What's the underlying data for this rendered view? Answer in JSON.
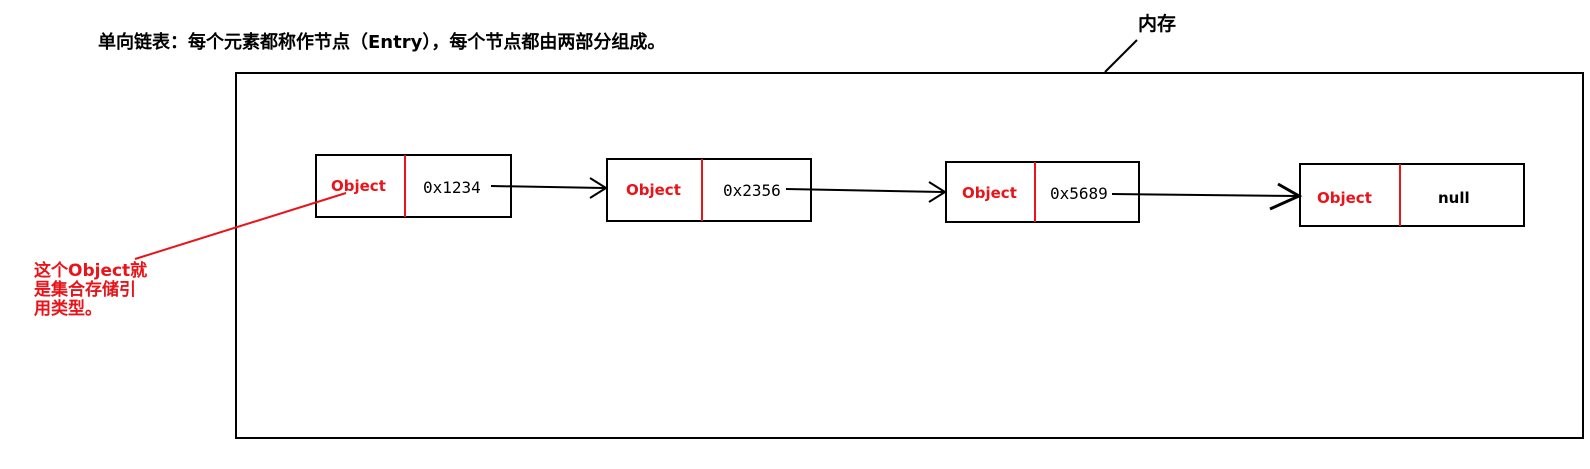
{
  "heading": "单向链表：每个元素都称作节点（Entry），每个节点都由两部分组成。",
  "memory_label": "内存",
  "nodes": [
    {
      "data": "Object",
      "next": "0x1234"
    },
    {
      "data": "Object",
      "next": "0x2356"
    },
    {
      "data": "Object",
      "next": "0x5689"
    },
    {
      "data": "Object",
      "next": "null"
    }
  ],
  "note": {
    "lines": [
      "这个Object就",
      "是集合存储引",
      "用类型。"
    ]
  },
  "colors": {
    "ink": "#000000",
    "accent_red": "#e8141a",
    "background": "#ffffff"
  }
}
